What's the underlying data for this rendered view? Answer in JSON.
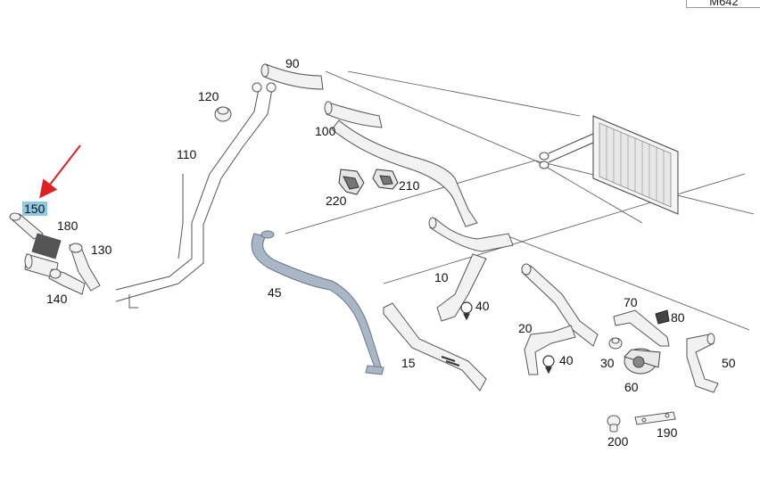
{
  "diagram_code": "M642",
  "highlight_color": "#8ec9e3",
  "arrow_color": "#e02020",
  "part_color": "#f2f2f2",
  "hose_color": "#a9b6c6",
  "highlighted_label": "150",
  "labels": {
    "p90": "90",
    "p120": "120",
    "p100": "100",
    "p110": "110",
    "p220": "220",
    "p210": "210",
    "p150": "150",
    "p180": "180",
    "p130": "130",
    "p140": "140",
    "p45": "45",
    "p10": "10",
    "p40a": "40",
    "p15": "15",
    "p70": "70",
    "p80": "80",
    "p20": "20",
    "p40b": "40",
    "p30": "30",
    "p50": "50",
    "p60": "60",
    "p200": "200",
    "p190": "190"
  }
}
